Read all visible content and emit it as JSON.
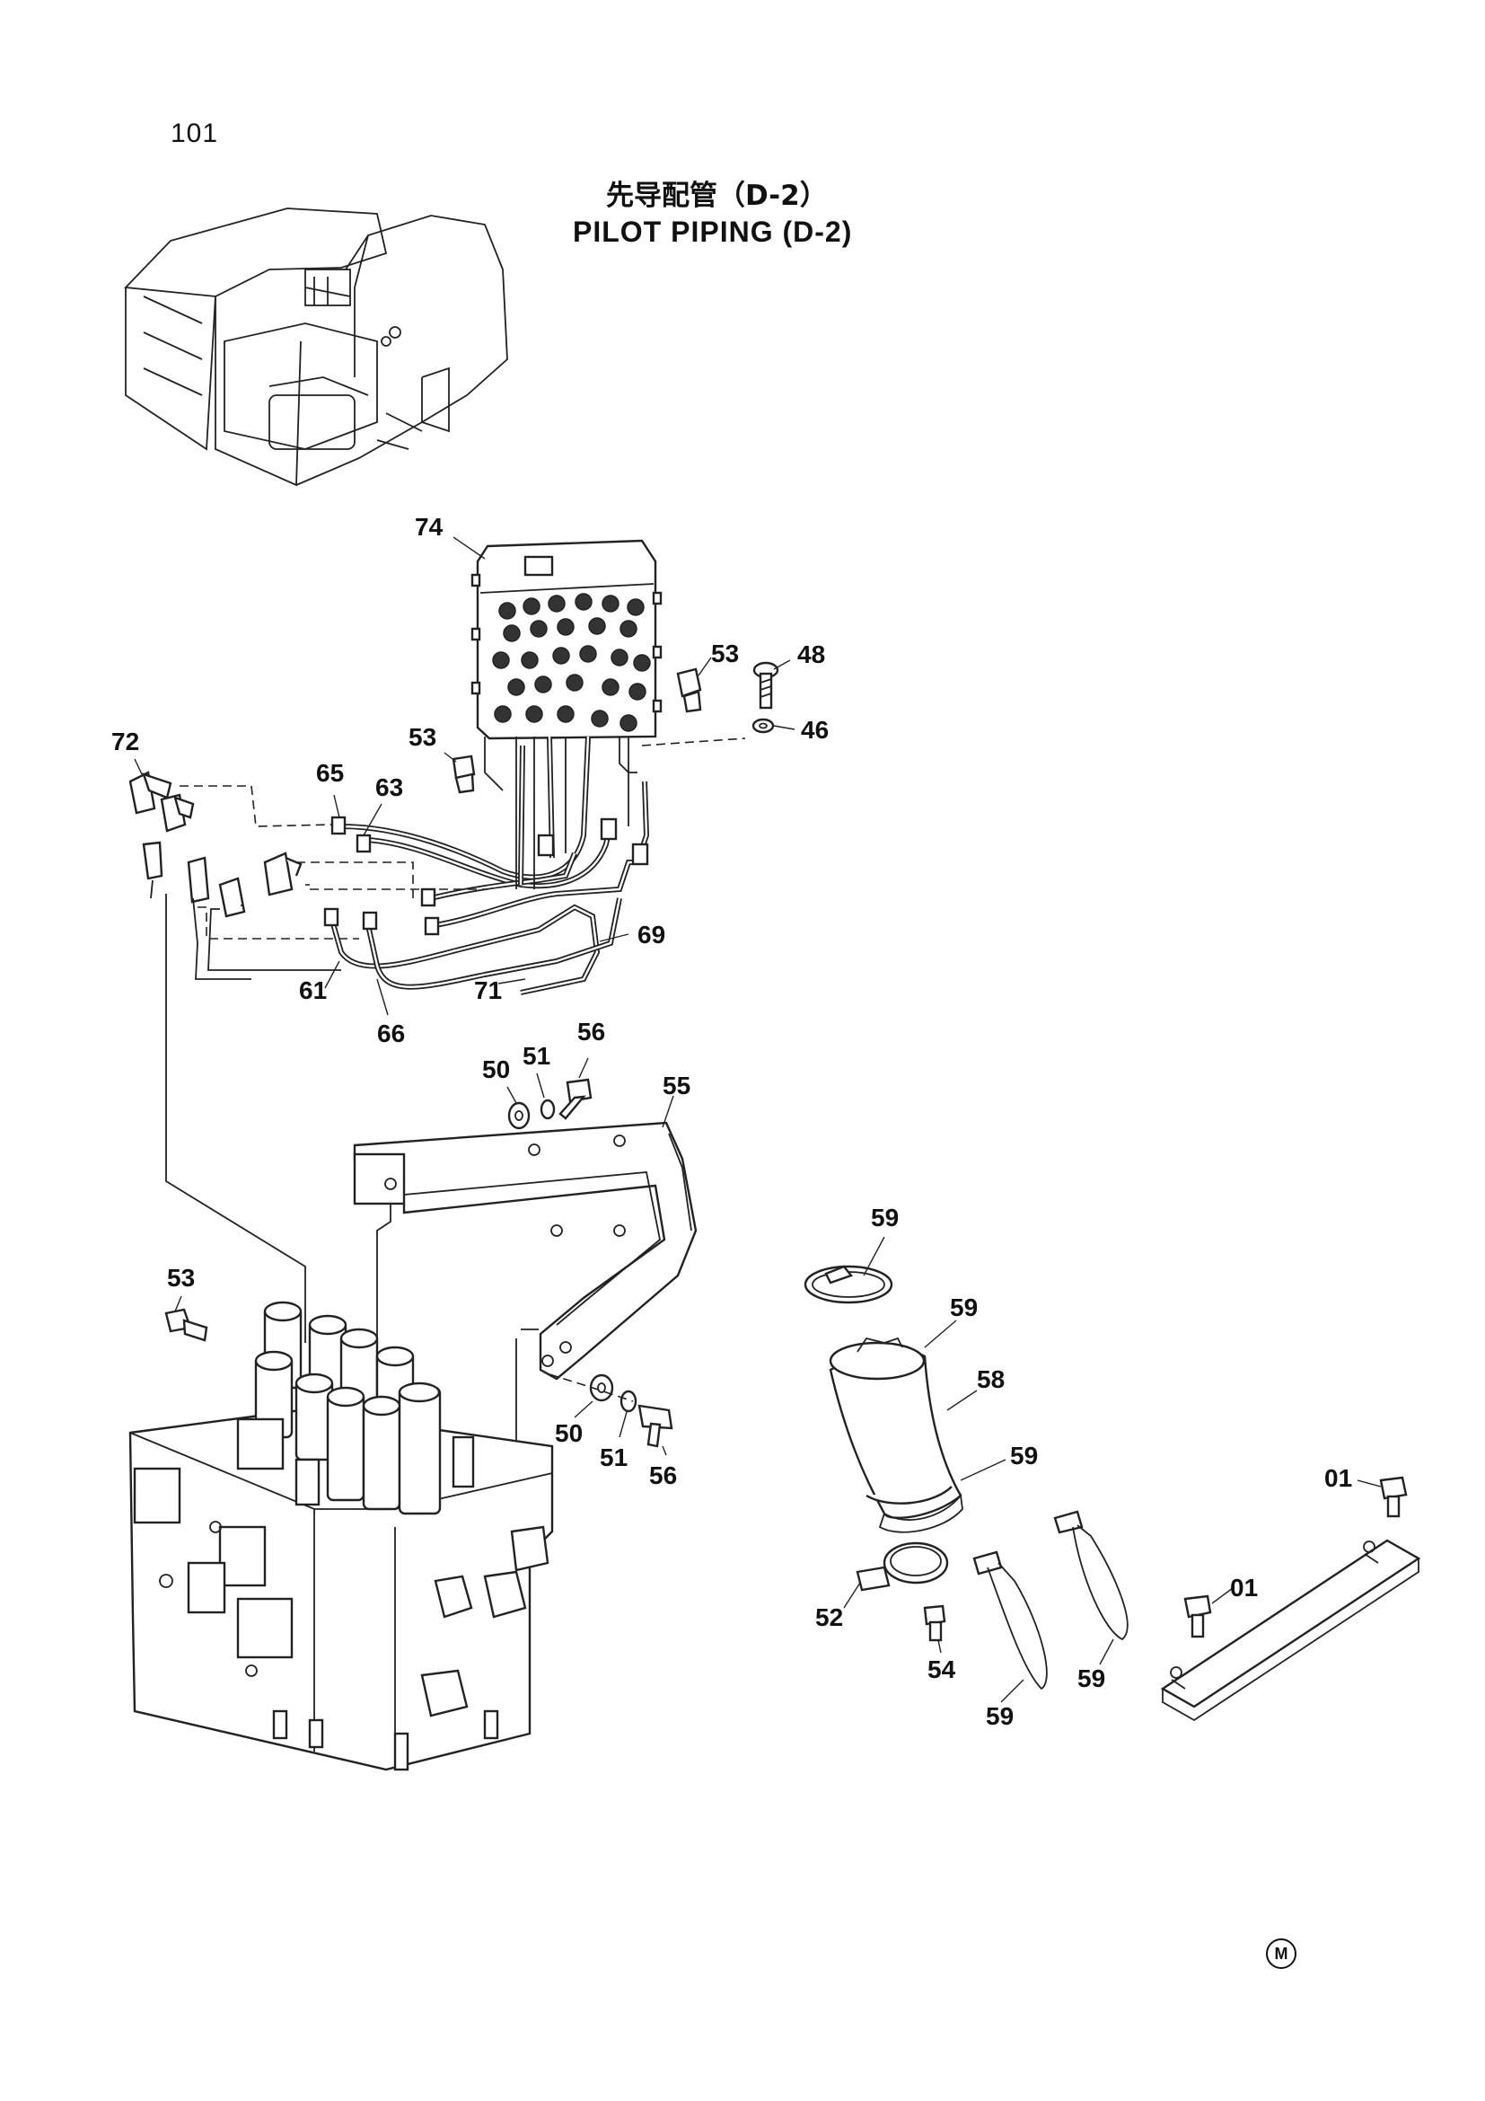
{
  "page_number": "101",
  "title_jp": "先导配管（D-2）",
  "title_en": "PILOT PIPING (D-2)",
  "mark": "M",
  "callouts": {
    "c74": "74",
    "c53a": "53",
    "c48": "48",
    "c46": "46",
    "c72": "72",
    "c65": "65",
    "c63": "63",
    "c53b": "53",
    "c69": "69",
    "c61": "61",
    "c71": "71",
    "c66": "66",
    "c50a": "50",
    "c51a": "51",
    "c56a": "56",
    "c55": "55",
    "c53c": "53",
    "c50b": "50",
    "c51b": "51",
    "c56b": "56",
    "c59a": "59",
    "c59b": "59",
    "c58": "58",
    "c59c": "59",
    "c52": "52",
    "c54": "54",
    "c59d": "59",
    "c59e": "59",
    "c01a": "01",
    "c01b": "01"
  }
}
